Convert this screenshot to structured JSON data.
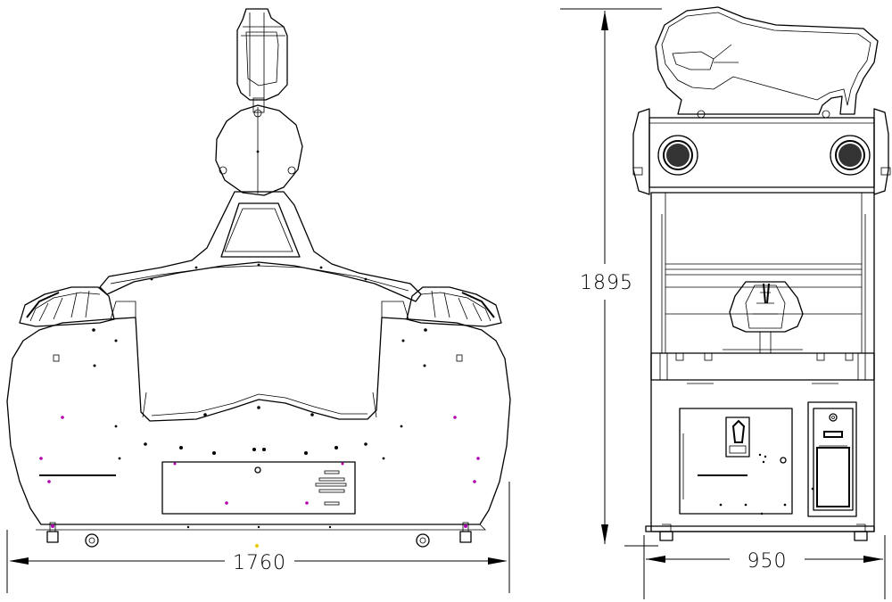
{
  "dimensions": {
    "front_width": "1760",
    "side_height": "1895",
    "side_width": "950"
  },
  "colors": {
    "line": "#000000",
    "marker": "#b000b0",
    "accent": "#e6c800",
    "background": "#ffffff"
  },
  "views": [
    "front-view",
    "side-view"
  ]
}
